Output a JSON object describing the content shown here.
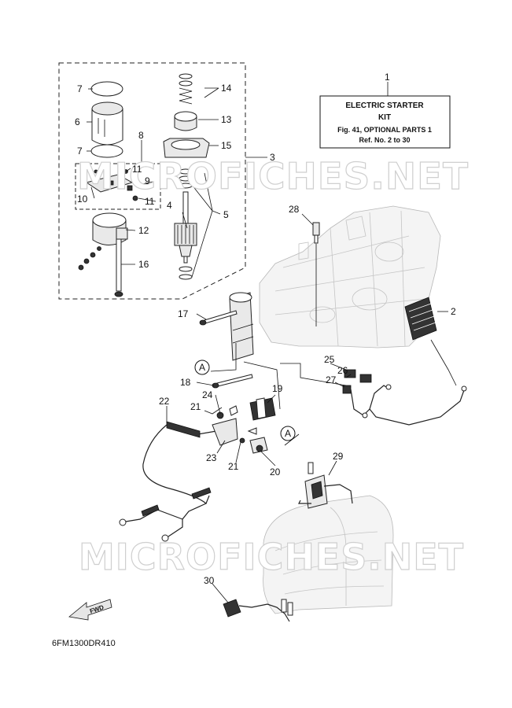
{
  "kit_box": {
    "number": "1",
    "title_line1": "ELECTRIC STARTER",
    "title_line2": "KIT",
    "fig_line": "Fig. 41, OPTIONAL PARTS 1",
    "ref_line": "Ref. No. 2 to 30"
  },
  "watermark": {
    "text_top": "MICROFICHES.NET",
    "text_bottom": "MICROFICHES.NET"
  },
  "callouts": {
    "n2": "2",
    "n3": "3",
    "n4": "4",
    "n5": "5",
    "n6": "6",
    "n7a": "7",
    "n7b": "7",
    "n8": "8",
    "n9": "9",
    "n10": "10",
    "n11a": "11",
    "n11b": "11",
    "n12": "12",
    "n13": "13",
    "n14": "14",
    "n15": "15",
    "n16": "16",
    "n17": "17",
    "n18": "18",
    "n19": "19",
    "n20": "20",
    "n21a": "21",
    "n21b": "21",
    "n22": "22",
    "n23": "23",
    "n24": "24",
    "n25": "25",
    "n26": "26",
    "n27": "27",
    "n28": "28",
    "n29": "29",
    "n30": "30"
  },
  "connector_labels": {
    "a1": "A",
    "a2": "A"
  },
  "fwd_label": "FWD",
  "diagram_code": "6FM1300DR410"
}
